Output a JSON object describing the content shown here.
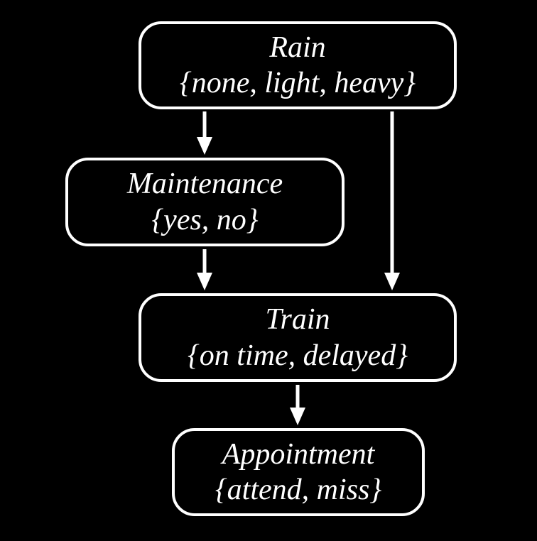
{
  "diagram": {
    "type": "bayesian-network",
    "background_color": "#000000",
    "stroke_color": "#ffffff",
    "text_color": "#ffffff",
    "nodes": [
      {
        "id": "rain",
        "label": "Rain",
        "domain": "{none, light, heavy}"
      },
      {
        "id": "maintenance",
        "label": "Maintenance",
        "domain": "{yes, no}"
      },
      {
        "id": "train",
        "label": "Train",
        "domain": "{on time, delayed}"
      },
      {
        "id": "appointment",
        "label": "Appointment",
        "domain": "{attend, miss}"
      }
    ],
    "edges": [
      {
        "from": "Rain",
        "to": "Maintenance"
      },
      {
        "from": "Rain",
        "to": "Train"
      },
      {
        "from": "Maintenance",
        "to": "Train"
      },
      {
        "from": "Train",
        "to": "Appointment"
      }
    ]
  }
}
